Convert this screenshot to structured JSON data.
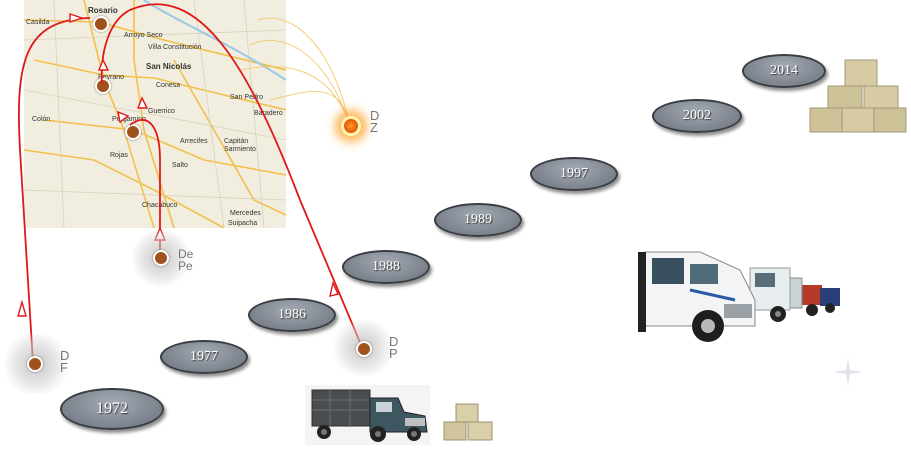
{
  "map": {
    "cities": [
      {
        "name": "Rosario"
      },
      {
        "name": "Casilda"
      },
      {
        "name": "Arroyo Seco"
      },
      {
        "name": "Villa Constitución"
      },
      {
        "name": "San Nicolás"
      },
      {
        "name": "Peyrano"
      },
      {
        "name": "Conesa"
      },
      {
        "name": "San Pedro"
      },
      {
        "name": "Baradero"
      },
      {
        "name": "Colón"
      },
      {
        "name": "Pergamino"
      },
      {
        "name": "Guerrico"
      },
      {
        "name": "Arrecifes"
      },
      {
        "name": "Capitán Sarmiento"
      },
      {
        "name": "Rojas"
      },
      {
        "name": "Salto"
      },
      {
        "name": "Chacabuco"
      },
      {
        "name": "Mercedes"
      },
      {
        "name": "Suipacha"
      }
    ]
  },
  "timeline": [
    {
      "year": "1972"
    },
    {
      "year": "1977"
    },
    {
      "year": "1986"
    },
    {
      "year": "1988"
    },
    {
      "year": "1989"
    },
    {
      "year": "1997"
    },
    {
      "year": "2002"
    },
    {
      "year": "2014"
    }
  ],
  "markers": [
    {
      "label": "D\nF"
    },
    {
      "label": "De\nPe"
    },
    {
      "label": "D\nP"
    },
    {
      "label": "D\nZ"
    }
  ],
  "images": [
    {
      "icon": "old-truck-icon"
    },
    {
      "icon": "boxes-icon"
    },
    {
      "icon": "truck-fleet-icon"
    },
    {
      "icon": "boxes-stack-icon"
    },
    {
      "icon": "sparkle-icon"
    }
  ],
  "colors": {
    "route": "#e01818",
    "map_bg": "#f2eedf",
    "pill": "#7c828c"
  }
}
